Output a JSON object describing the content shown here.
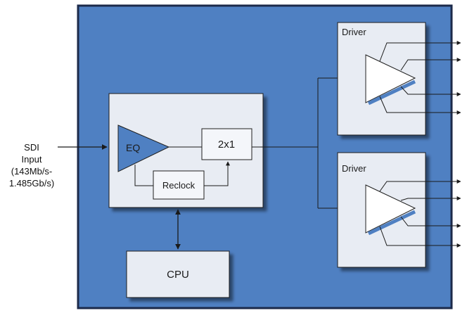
{
  "input": {
    "line1": "SDI",
    "line2": "Input",
    "line3": "(143Mb/s-",
    "line4": "1.485Gb/s)"
  },
  "blocks": {
    "eq": "EQ",
    "mux": "2x1",
    "reclock": "Reclock",
    "cpu": "CPU",
    "driver_top": "Driver",
    "driver_bottom": "Driver"
  },
  "colors": {
    "board_fill": "#4f80c2",
    "board_border": "#1c2a4a",
    "block_fill": "#e8ecf3",
    "block_border": "#1f1f1f",
    "wire": "#1a1a1a"
  }
}
